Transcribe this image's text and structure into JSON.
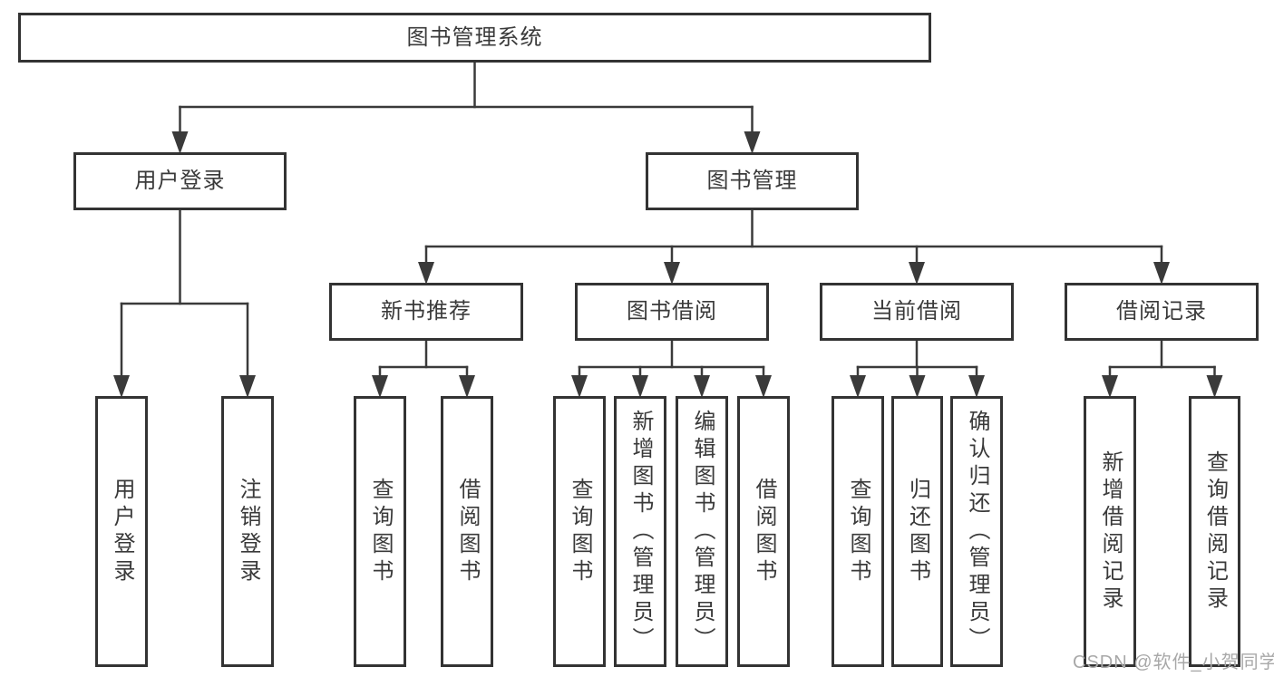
{
  "diagram": {
    "type": "tree",
    "title": "图书管理系统",
    "nodes": {
      "root": {
        "label": "图书管理系统"
      },
      "user_login": {
        "label": "用户登录"
      },
      "book_mgmt": {
        "label": "图书管理"
      },
      "new_book_rec": {
        "label": "新书推荐"
      },
      "book_borrow": {
        "label": "图书借阅"
      },
      "current_borrow": {
        "label": "当前借阅"
      },
      "borrow_record": {
        "label": "借阅记录"
      },
      "ul_login": {
        "label": "用户登录"
      },
      "ul_logout": {
        "label": "注销登录"
      },
      "nb_query": {
        "label": "查询图书"
      },
      "nb_borrow": {
        "label": "借阅图书"
      },
      "bb_query": {
        "label": "查询图书"
      },
      "bb_add": {
        "label": "新增图书（管理员）"
      },
      "bb_edit": {
        "label": "编辑图书（管理员）"
      },
      "bb_borrow": {
        "label": "借阅图书"
      },
      "cb_query": {
        "label": "查询图书"
      },
      "cb_return": {
        "label": "归还图书"
      },
      "cb_confirm": {
        "label": "确认归还（管理员）"
      },
      "br_add": {
        "label": "新增借阅记录"
      },
      "br_query": {
        "label": "查询借阅记录"
      }
    },
    "edges": [
      {
        "from": "root",
        "to": [
          "user_login",
          "book_mgmt"
        ]
      },
      {
        "from": "user_login",
        "to": [
          "ul_login",
          "ul_logout"
        ]
      },
      {
        "from": "book_mgmt",
        "to": [
          "new_book_rec",
          "book_borrow",
          "current_borrow",
          "borrow_record"
        ]
      },
      {
        "from": "new_book_rec",
        "to": [
          "nb_query",
          "nb_borrow"
        ]
      },
      {
        "from": "book_borrow",
        "to": [
          "bb_query",
          "bb_add",
          "bb_edit",
          "bb_borrow"
        ]
      },
      {
        "from": "current_borrow",
        "to": [
          "cb_query",
          "cb_return",
          "cb_confirm"
        ]
      },
      {
        "from": "borrow_record",
        "to": [
          "br_add",
          "br_query"
        ]
      }
    ]
  },
  "watermark": {
    "text": "CSDN @软件_小贺同学"
  },
  "colors": {
    "background": "#ffffff",
    "box_border": "#333333",
    "line": "#3a3a3a",
    "text": "#3a3a3a",
    "watermark": "#a8a8a8"
  }
}
